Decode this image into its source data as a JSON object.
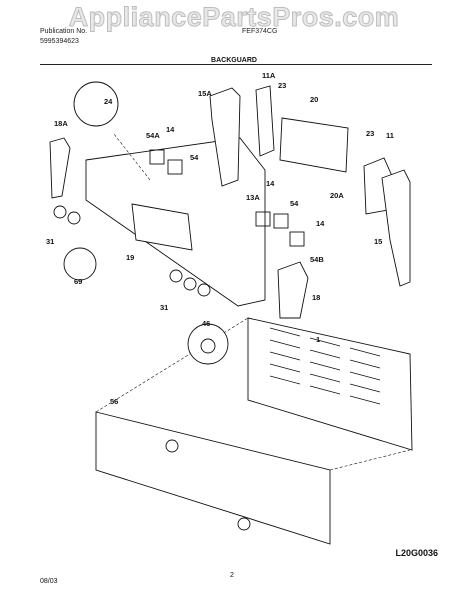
{
  "header": {
    "watermark": "AppliancePartsPros.com",
    "left_line1": "Publication No.",
    "left_line2": "5995394623",
    "right_line1": "FEF374CG"
  },
  "section_title": "BACKGUARD",
  "drawing_code": "L20G0036",
  "footer": {
    "date": "08/03",
    "page": "2"
  },
  "callouts": {
    "c24": "24",
    "c18A": "18A",
    "c15A": "15A",
    "c11A": "11A",
    "c23a": "23",
    "c20": "20",
    "c54A": "54A",
    "c14a": "14",
    "c54a": "54",
    "c23b": "23",
    "c11": "11",
    "c14b": "14",
    "c13A": "13A",
    "c54b": "54",
    "c14c": "14",
    "c20A": "20A",
    "c15": "15",
    "c31a": "31",
    "c69": "69",
    "c19": "19",
    "c54B": "54B",
    "c18": "18",
    "c31b": "31",
    "c46": "46",
    "c1": "1",
    "c56": "56"
  }
}
